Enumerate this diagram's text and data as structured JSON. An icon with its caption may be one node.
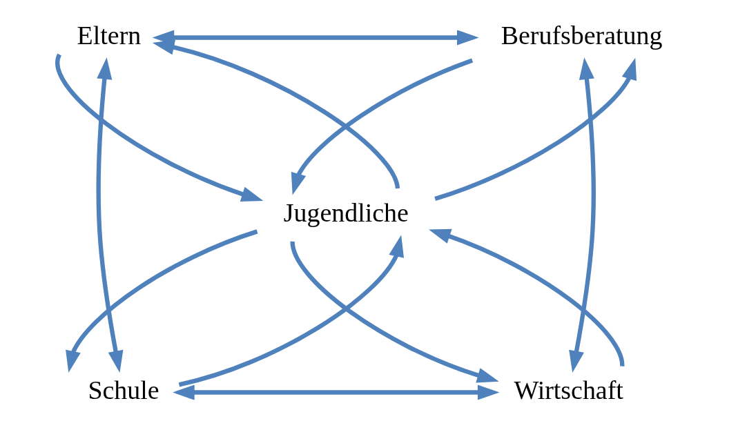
{
  "diagram": {
    "nodes": [
      {
        "text": [
          "Eltern"
        ]
      },
      {
        "text": [
          "Berufsberatung"
        ]
      },
      {
        "text": [
          "Jugendliche"
        ]
      },
      {
        "text": [
          "Schule"
        ]
      },
      {
        "text": [
          "Wirtschaft"
        ]
      }
    ],
    "edges": [
      {
        "from": 0,
        "to": 1,
        "arrow": "both"
      },
      {
        "from": 0,
        "to": 3,
        "arrow": "both"
      },
      {
        "from": 1,
        "to": 4,
        "arrow": "both"
      },
      {
        "from": 3,
        "to": 4,
        "arrow": "both"
      },
      {
        "from": 0,
        "to": 2,
        "arrow": "to"
      },
      {
        "from": 2,
        "to": 0,
        "arrow": "to"
      },
      {
        "from": 2,
        "to": 1,
        "arrow": "to"
      },
      {
        "from": 1,
        "to": 2,
        "arrow": "to"
      },
      {
        "from": 3,
        "to": 2,
        "arrow": "to"
      },
      {
        "from": 2,
        "to": 3,
        "arrow": "to"
      },
      {
        "from": 2,
        "to": 4,
        "arrow": "to"
      },
      {
        "from": 4,
        "to": 2,
        "arrow": "to"
      }
    ]
  }
}
